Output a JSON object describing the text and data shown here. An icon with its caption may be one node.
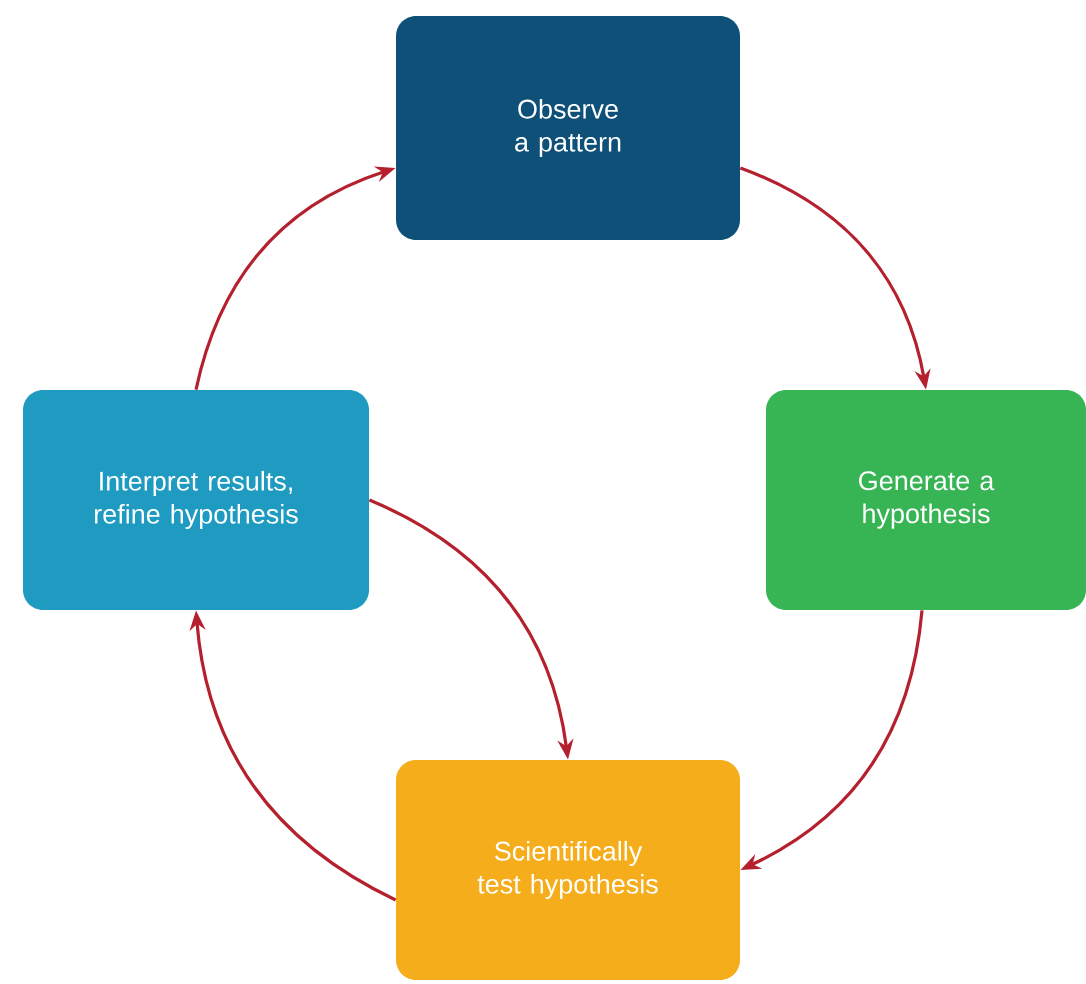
{
  "diagram": {
    "nodes": [
      {
        "text": [
          "Observe a pattern"
        ]
      },
      {
        "text": [
          "Generate a hypothesis"
        ]
      },
      {
        "text": [
          "Scientifically test hypothesis"
        ]
      },
      {
        "text": [
          "Interpret results, refine hypothesis"
        ]
      }
    ],
    "edges": [
      {
        "from": 0,
        "to": 1,
        "arrow": "to"
      },
      {
        "from": 1,
        "to": 2,
        "arrow": "to"
      },
      {
        "from": 2,
        "to": 3,
        "arrow": "to"
      },
      {
        "from": 3,
        "to": 0,
        "arrow": "to"
      },
      {
        "from": 3,
        "to": 2,
        "arrow": "to"
      }
    ]
  }
}
